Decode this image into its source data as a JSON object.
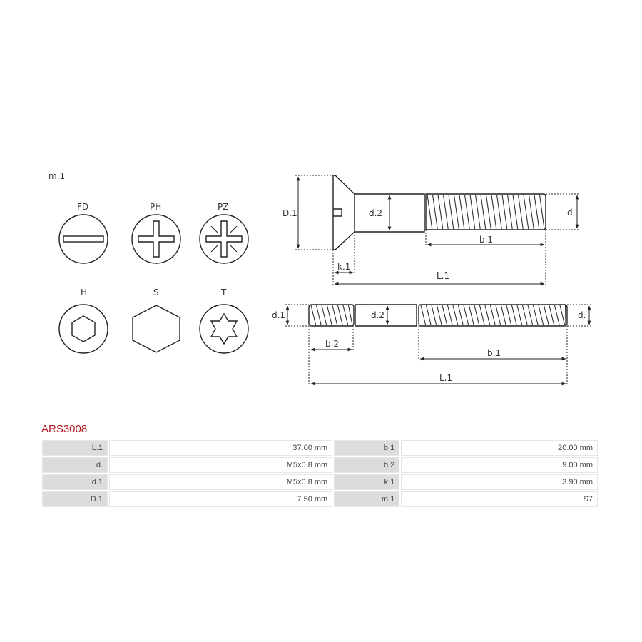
{
  "drive_types": {
    "heading": "m.1",
    "items": [
      {
        "label": "FD",
        "icon": "slotted-drive-icon"
      },
      {
        "label": "PH",
        "icon": "phillips-drive-icon"
      },
      {
        "label": "PZ",
        "icon": "pozidriv-drive-icon"
      },
      {
        "label": "H",
        "icon": "hex-socket-drive-icon"
      },
      {
        "label": "S",
        "icon": "hex-head-icon"
      },
      {
        "label": "T",
        "icon": "torx-drive-icon"
      }
    ]
  },
  "drawing_screw": {
    "D1": "D.1",
    "d2": "d.2",
    "d": "d.",
    "b1": "b.1",
    "k1": "k.1",
    "L1": "L.1"
  },
  "drawing_stud": {
    "d1": "d.1",
    "d2": "d.2",
    "d": "d.",
    "b2": "b.2",
    "b1": "b.1",
    "L1": "L.1"
  },
  "product": {
    "code": "ARS3008",
    "specs": [
      [
        {
          "k": "L.1",
          "v": "37.00 mm"
        },
        {
          "k": "b.1",
          "v": "20.00 mm"
        }
      ],
      [
        {
          "k": "d.",
          "v": "M5x0.8 mm"
        },
        {
          "k": "b.2",
          "v": "9.00 mm"
        }
      ],
      [
        {
          "k": "d.1",
          "v": "M5x0.8 mm"
        },
        {
          "k": "k.1",
          "v": "3.90 mm"
        }
      ],
      [
        {
          "k": "D.1",
          "v": "7.50 mm"
        },
        {
          "k": "m.1",
          "v": "S7"
        }
      ]
    ]
  }
}
